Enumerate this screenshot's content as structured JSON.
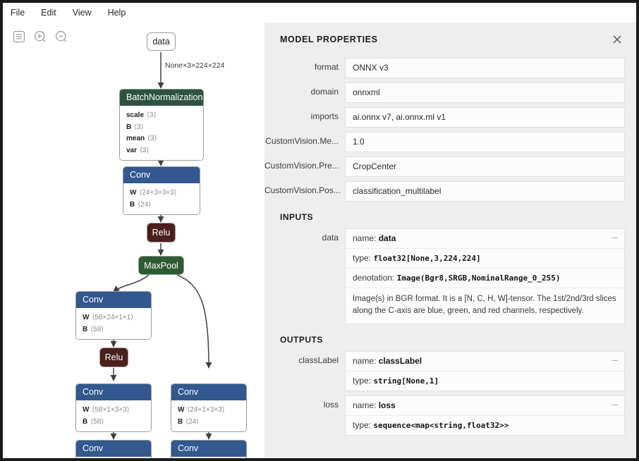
{
  "menu": {
    "items": [
      {
        "label": "File"
      },
      {
        "label": "Edit"
      },
      {
        "label": "View"
      },
      {
        "label": "Help"
      }
    ]
  },
  "toolbar": {
    "items": [
      {
        "name": "menu-icon",
        "title": "Menu"
      },
      {
        "name": "zoom-in-icon",
        "title": "Zoom In"
      },
      {
        "name": "zoom-out-icon",
        "title": "Zoom Out"
      }
    ]
  },
  "colors": {
    "conv_header": "#32588f",
    "batchnorm_header": "#2d5340",
    "maxpool": "#2e5b33",
    "relu": "#4a1f1c",
    "panel_bg": "#eeeeee",
    "field_bg": "#fcfcfc",
    "canvas_bg": "#ffffff"
  },
  "graph": {
    "input_node": {
      "label": "data"
    },
    "edge_labels": [
      {
        "text": "None×3×224×224"
      }
    ],
    "nodes": [
      {
        "type": "BatchNormalization",
        "header": "BatchNormalization",
        "attrs": [
          {
            "key": "scale",
            "value": "⟨3⟩"
          },
          {
            "key": "B",
            "value": "⟨3⟩"
          },
          {
            "key": "mean",
            "value": "⟨3⟩"
          },
          {
            "key": "var",
            "value": "⟨3⟩"
          }
        ]
      },
      {
        "type": "Conv",
        "header": "Conv",
        "attrs": [
          {
            "key": "W",
            "value": "⟨24×3×3×3⟩"
          },
          {
            "key": "B",
            "value": "⟨24⟩"
          }
        ]
      },
      {
        "type": "Relu",
        "header": "Relu",
        "attrs": []
      },
      {
        "type": "MaxPool",
        "header": "MaxPool",
        "attrs": []
      },
      {
        "type": "Conv",
        "header": "Conv",
        "attrs": [
          {
            "key": "W",
            "value": "⟨58×24×1×1⟩"
          },
          {
            "key": "B",
            "value": "⟨58⟩"
          }
        ]
      },
      {
        "type": "Relu",
        "header": "Relu",
        "attrs": []
      },
      {
        "type": "Conv",
        "header": "Conv",
        "attrs": [
          {
            "key": "W",
            "value": "⟨58×1×3×3⟩"
          },
          {
            "key": "B",
            "value": "⟨58⟩"
          }
        ]
      },
      {
        "type": "Conv",
        "header": "Conv",
        "attrs": [
          {
            "key": "W",
            "value": "⟨24×1×3×3⟩"
          },
          {
            "key": "B",
            "value": "⟨24⟩"
          }
        ]
      },
      {
        "type": "Conv",
        "header": "Conv",
        "attrs": []
      },
      {
        "type": "Conv",
        "header": "Conv",
        "attrs": []
      }
    ]
  },
  "panel": {
    "title": "MODEL PROPERTIES",
    "close_icon": "close-icon",
    "properties": [
      {
        "label": "format",
        "value": "ONNX v3"
      },
      {
        "label": "domain",
        "value": "onnxml"
      },
      {
        "label": "imports",
        "value": "ai.onnx v7, ai.onnx.ml v1"
      },
      {
        "label": "CustomVision.Me...",
        "value": "1.0"
      },
      {
        "label": "CustomVision.Pre...",
        "value": "CropCenter"
      },
      {
        "label": "CustomVision.Pos...",
        "value": "classification_multilabel"
      }
    ],
    "inputs_title": "INPUTS",
    "inputs": [
      {
        "label": "data",
        "name_prefix": "name:",
        "name_value": "data",
        "type_prefix": "type:",
        "type_value": "float32[None,3,224,224]",
        "denotation_prefix": "denotation:",
        "denotation_value": "Image(Bgr8,SRGB,NominalRange_0_255)",
        "description": "Image(s) in BGR format. It is a [N, C, H, W]-tensor. The 1st/2nd/3rd slices along the C-axis are blue, green, and red channels, respectively."
      }
    ],
    "outputs_title": "OUTPUTS",
    "outputs": [
      {
        "label": "classLabel",
        "name_prefix": "name:",
        "name_value": "classLabel",
        "type_prefix": "type:",
        "type_value": "string[None,1]"
      },
      {
        "label": "loss",
        "name_prefix": "name:",
        "name_value": "loss",
        "type_prefix": "type:",
        "type_value": "sequence<map<string,float32>>"
      }
    ]
  }
}
